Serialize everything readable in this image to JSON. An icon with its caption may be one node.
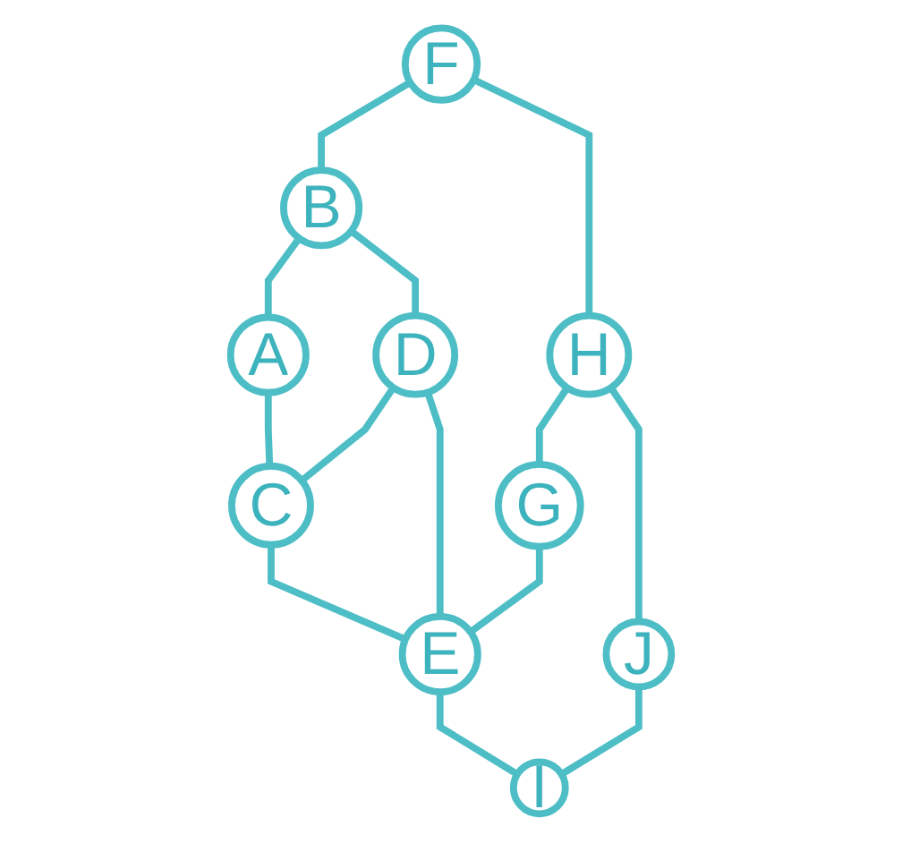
{
  "diagram": {
    "nodes": [
      {
        "text": [
          "F"
        ]
      },
      {
        "text": [
          "B"
        ]
      },
      {
        "text": [
          "H"
        ]
      },
      {
        "text": [
          "A"
        ]
      },
      {
        "text": [
          "D"
        ]
      },
      {
        "text": [
          "G"
        ]
      },
      {
        "text": [
          "J"
        ]
      },
      {
        "text": [
          "C"
        ]
      },
      {
        "text": [
          "E"
        ]
      },
      {
        "text": [
          "I"
        ]
      }
    ],
    "edges": [
      {
        "from": 0,
        "to": 1,
        "arrow": "none"
      },
      {
        "from": 0,
        "to": 2,
        "arrow": "none"
      },
      {
        "from": 1,
        "to": 3,
        "arrow": "none"
      },
      {
        "from": 1,
        "to": 4,
        "arrow": "none"
      },
      {
        "from": 2,
        "to": 5,
        "arrow": "none"
      },
      {
        "from": 2,
        "to": 6,
        "arrow": "none"
      },
      {
        "from": 3,
        "to": 7,
        "arrow": "none"
      },
      {
        "from": 4,
        "to": 7,
        "arrow": "none"
      },
      {
        "from": 4,
        "to": 8,
        "arrow": "none"
      },
      {
        "from": 5,
        "to": 8,
        "arrow": "none"
      },
      {
        "from": 6,
        "to": 9,
        "arrow": "none"
      },
      {
        "from": 7,
        "to": 8,
        "arrow": "none"
      },
      {
        "from": 8,
        "to": 9,
        "arrow": "none"
      }
    ]
  }
}
